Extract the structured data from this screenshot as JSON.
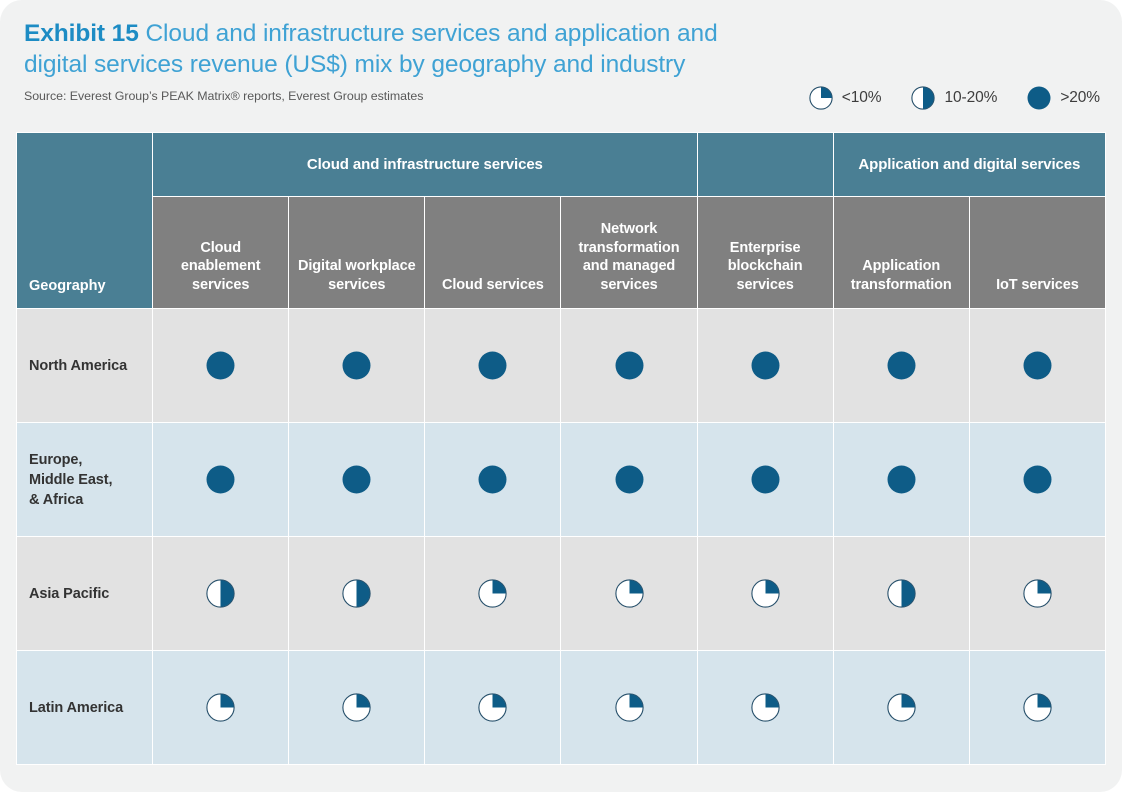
{
  "header": {
    "exhibit_label": "Exhibit 15",
    "title": "Cloud and infrastructure services and application and digital services revenue (US$) mix by geography and industry",
    "source": "Source: Everest Group’s PEAK Matrix® reports, Everest Group estimates"
  },
  "colors": {
    "accent_title": "#3FA2D4",
    "exhibit_label": "#1D8CC4",
    "group_header": "#4A7F94",
    "sub_header": "#808080",
    "symbol": "#0E5C87",
    "row_gray": "#E2E2E2",
    "row_blue": "#D6E4EC",
    "card_bg": "#F1F2F2"
  },
  "legend": {
    "items": [
      {
        "label": "<10%",
        "symbol": "quarter-pie-icon",
        "fill": 0.25
      },
      {
        "label": "10-20%",
        "symbol": "half-pie-icon",
        "fill": 0.5
      },
      {
        "label": ">20%",
        "symbol": "full-circle-icon",
        "fill": 1.0
      }
    ]
  },
  "table": {
    "geography_header": "Geography",
    "group_headers": [
      {
        "label": "Cloud and infrastructure services",
        "span": 4
      },
      {
        "label": "",
        "span": 1
      },
      {
        "label": "Application and digital services",
        "span": 2
      }
    ],
    "columns": [
      "Cloud enablement services",
      "Digital workplace services",
      "Cloud services",
      "Network transformation and managed services",
      "Enterprise blockchain services",
      "Application transformation",
      "IoT services"
    ],
    "rows": [
      {
        "geography": "North America",
        "band": "gray",
        "values": [
          "full",
          "full",
          "full",
          "full",
          "full",
          "full",
          "full"
        ]
      },
      {
        "geography": "Europe, Middle East, & Africa",
        "band": "blue",
        "values": [
          "full",
          "full",
          "full",
          "full",
          "full",
          "full",
          "full"
        ]
      },
      {
        "geography": "Asia Pacific",
        "band": "gray",
        "values": [
          "half",
          "half",
          "quarter",
          "quarter",
          "quarter",
          "half",
          "quarter"
        ]
      },
      {
        "geography": "Latin America",
        "band": "blue",
        "values": [
          "quarter",
          "quarter",
          "quarter",
          "quarter",
          "quarter",
          "quarter",
          "quarter"
        ]
      }
    ]
  },
  "chart_data": {
    "type": "heatmap",
    "title": "Cloud and infrastructure services and application and digital services revenue (US$) mix by geography and industry",
    "xlabel": "",
    "ylabel": "Geography",
    "legend_position": "top-right",
    "categories": [
      "Cloud enablement services",
      "Digital workplace services",
      "Cloud services",
      "Network transformation and managed services",
      "Enterprise blockchain services",
      "Application transformation",
      "IoT services"
    ],
    "series": [
      {
        "name": "North America",
        "values": [
          ">20%",
          ">20%",
          ">20%",
          ">20%",
          ">20%",
          ">20%",
          ">20%"
        ]
      },
      {
        "name": "Europe, Middle East, & Africa",
        "values": [
          ">20%",
          ">20%",
          ">20%",
          ">20%",
          ">20%",
          ">20%",
          ">20%"
        ]
      },
      {
        "name": "Asia Pacific",
        "values": [
          "10-20%",
          "10-20%",
          "<10%",
          "<10%",
          "<10%",
          "10-20%",
          "<10%"
        ]
      },
      {
        "name": "Latin America",
        "values": [
          "<10%",
          "<10%",
          "<10%",
          "<10%",
          "<10%",
          "<10%",
          "<10%"
        ]
      }
    ],
    "scale": [
      "<10%",
      "10-20%",
      ">20%"
    ]
  }
}
